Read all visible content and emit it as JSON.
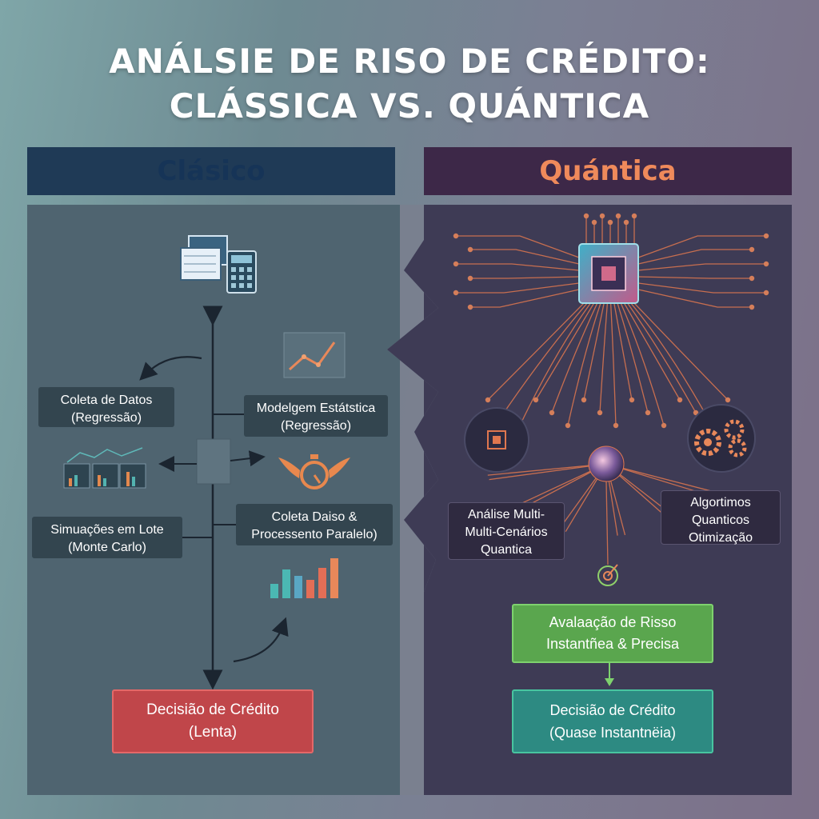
{
  "title": {
    "line1": "ANÁLSIE DE RISO DE CRÉDITO:",
    "line2": "CLÁSSICA VS. QUÁNTICA"
  },
  "classic": {
    "header": "Clásico",
    "coleta": [
      "Coleta de Datos",
      "(Regressão)"
    ],
    "modelagem": [
      "Modelgem Estátstica",
      "(Regressão)"
    ],
    "simulacoes": [
      "Simuações em Lote",
      "(Monte Carlo)"
    ],
    "paralelo": [
      "Coleta Daiso &",
      "Processento Paralelo)"
    ],
    "decisao": [
      "Decisião de Crédito",
      "(Lenta)"
    ]
  },
  "quantum": {
    "header": "Quántica",
    "analise": [
      "Análise Multi-",
      "Multi-Cenários",
      "Quantica"
    ],
    "algoritmos": [
      "Algortimos",
      "Quanticos",
      "Otimização"
    ],
    "avaliacao": [
      "Avalaação de Risso",
      "Instantñea & Precisa"
    ],
    "decisao": [
      "Decisião de Crédito",
      "(Quase Instantnëia)"
    ]
  },
  "colors": {
    "classic_header_bg": "#1f3a56",
    "quantum_header_text": "#ef8a5b",
    "decision_slow": "#c0464a",
    "evaluation": "#5aa64e",
    "decision_fast": "#2d8a82"
  },
  "icons": [
    "spreadsheet-calculator-icon",
    "line-chart-icon",
    "bar-charts-icon",
    "winged-stopwatch-icon",
    "bar-chart-icon",
    "quantum-chip-icon",
    "circuit-node-icon",
    "quantum-sphere-icon",
    "gears-icon",
    "target-icon"
  ]
}
